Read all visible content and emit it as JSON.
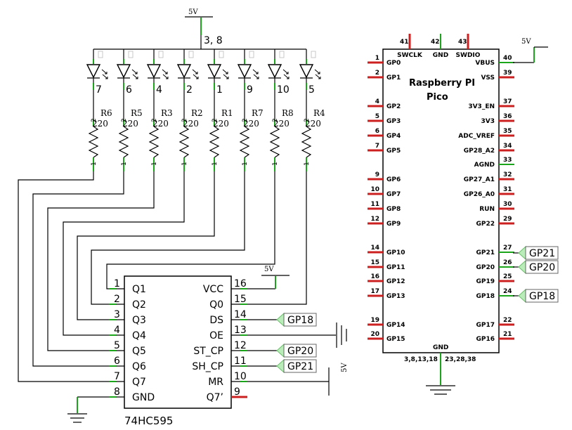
{
  "power": {
    "top_5v": "5V",
    "led_common_pins": "3, 8",
    "ic_vcc_5v": "5V",
    "mr_5v": "5V",
    "pico_vbus_5v": "5V"
  },
  "leds": [
    {
      "pin": "7"
    },
    {
      "pin": "6"
    },
    {
      "pin": "4"
    },
    {
      "pin": "2"
    },
    {
      "pin": "1"
    },
    {
      "pin": "9"
    },
    {
      "pin": "10"
    },
    {
      "pin": "5"
    }
  ],
  "resistors": [
    {
      "name": "R6",
      "value": "220"
    },
    {
      "name": "R5",
      "value": "220"
    },
    {
      "name": "R3",
      "value": "220"
    },
    {
      "name": "R2",
      "value": "220"
    },
    {
      "name": "R1",
      "value": "220"
    },
    {
      "name": "R7",
      "value": "220"
    },
    {
      "name": "R8",
      "value": "220"
    },
    {
      "name": "R4",
      "value": "220"
    }
  ],
  "shift_register": {
    "part": "74HC595",
    "left_pins": [
      {
        "num": "1",
        "label": "Q1"
      },
      {
        "num": "2",
        "label": "Q2"
      },
      {
        "num": "3",
        "label": "Q3"
      },
      {
        "num": "4",
        "label": "Q4"
      },
      {
        "num": "5",
        "label": "Q5"
      },
      {
        "num": "6",
        "label": "Q6"
      },
      {
        "num": "7",
        "label": "Q7"
      },
      {
        "num": "8",
        "label": "GND"
      }
    ],
    "right_pins": [
      {
        "num": "16",
        "label": "VCC"
      },
      {
        "num": "15",
        "label": "Q0"
      },
      {
        "num": "14",
        "label": "DS"
      },
      {
        "num": "13",
        "label": "OE"
      },
      {
        "num": "12",
        "label": "ST_CP"
      },
      {
        "num": "11",
        "label": "SH_CP"
      },
      {
        "num": "10",
        "label": "MR"
      },
      {
        "num": "9",
        "label": "Q7’"
      }
    ],
    "net_tags": {
      "ds": "GP18",
      "st_cp": "GP20",
      "sh_cp": "GP21"
    }
  },
  "pico": {
    "title_line1": "Raspberry PI",
    "title_line2": "Pico",
    "top_pins": [
      {
        "num": "41",
        "label": "SWCLK"
      },
      {
        "num": "42",
        "label": "GND"
      },
      {
        "num": "43",
        "label": "SWDIO"
      }
    ],
    "left_pins": [
      {
        "num": "1",
        "label": "GP0"
      },
      {
        "num": "2",
        "label": "GP1"
      },
      {
        "num": "4",
        "label": "GP2"
      },
      {
        "num": "5",
        "label": "GP3"
      },
      {
        "num": "6",
        "label": "GP4"
      },
      {
        "num": "7",
        "label": "GP5"
      },
      {
        "num": "9",
        "label": "GP6"
      },
      {
        "num": "10",
        "label": "GP7"
      },
      {
        "num": "11",
        "label": "GP8"
      },
      {
        "num": "12",
        "label": "GP9"
      },
      {
        "num": "14",
        "label": "GP10"
      },
      {
        "num": "15",
        "label": "GP11"
      },
      {
        "num": "16",
        "label": "GP12"
      },
      {
        "num": "17",
        "label": "GP13"
      },
      {
        "num": "19",
        "label": "GP14"
      },
      {
        "num": "20",
        "label": "GP15"
      }
    ],
    "right_pins": [
      {
        "num": "40",
        "label": "VBUS"
      },
      {
        "num": "39",
        "label": "VSS"
      },
      {
        "num": "37",
        "label": "3V3_EN"
      },
      {
        "num": "36",
        "label": "3V3"
      },
      {
        "num": "35",
        "label": "ADC_VREF"
      },
      {
        "num": "34",
        "label": "GP28_A2"
      },
      {
        "num": "33",
        "label": "AGND"
      },
      {
        "num": "32",
        "label": "GP27_A1"
      },
      {
        "num": "31",
        "label": "GP26_A0"
      },
      {
        "num": "30",
        "label": "RUN"
      },
      {
        "num": "29",
        "label": "GP22"
      },
      {
        "num": "27",
        "label": "GP21"
      },
      {
        "num": "26",
        "label": "GP20"
      },
      {
        "num": "25",
        "label": "GP19"
      },
      {
        "num": "24",
        "label": "GP18"
      },
      {
        "num": "22",
        "label": "GP17"
      },
      {
        "num": "21",
        "label": "GP16"
      }
    ],
    "bottom_label": "GND",
    "bottom_pins_left": "3,8,13,18",
    "bottom_pins_right": "23,28,38",
    "net_tags": {
      "gp21": "GP21",
      "gp20": "GP20",
      "gp18": "GP18"
    }
  }
}
